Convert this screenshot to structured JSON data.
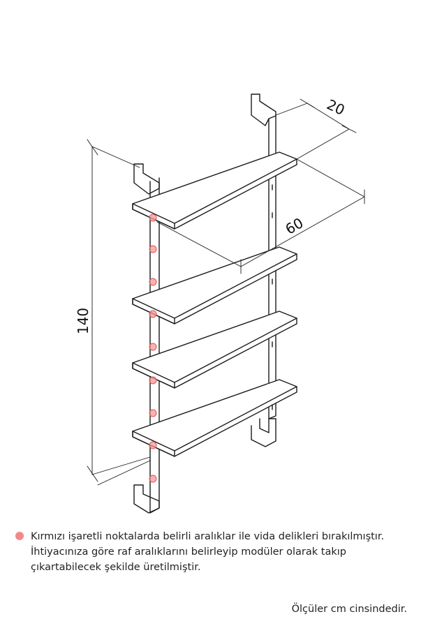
{
  "diagram": {
    "dimensions": {
      "height_label": "140",
      "depth_label": "20",
      "width_label": "60"
    },
    "shelf_count": 4,
    "screw_hole_count": 9,
    "colors": {
      "line": "#1a1a1a",
      "shelf_fill": "#ffffff",
      "marker_fill": "#f29a9a",
      "marker_ring": "#e05555"
    }
  },
  "note": {
    "marker_color": "#f08a8a",
    "text": "Kırmızı işaretli noktalarda belirli aralıklar ile vida delikleri bırakılmıştır. İhtiyacınıza göre raf aralıklarını belirleyip modüler olarak takıp çıkartabilecek şekilde üretilmiştir."
  },
  "units_note": "Ölçüler cm cinsindedir."
}
